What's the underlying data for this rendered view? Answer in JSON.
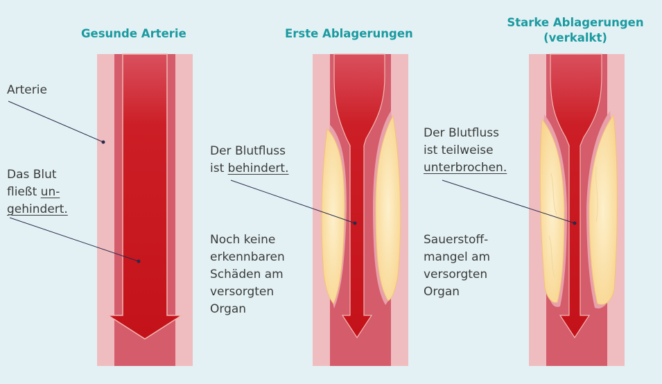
{
  "panels": [
    {
      "title_line1": "Gesunde Arterie",
      "title_line2": ""
    },
    {
      "title_line1": "Erste Ablagerungen",
      "title_line2": ""
    },
    {
      "title_line1": "Starke Ablagerungen",
      "title_line2": "(verkalkt)"
    }
  ],
  "labels": {
    "artery": "Arterie",
    "healthy_flow": {
      "line1": "Das Blut",
      "line2_plain": "fließt ",
      "line2_underlined": "un-",
      "line3_underlined": "gehindert."
    },
    "first_flow": {
      "line1": "Der Blutfluss",
      "line2_plain": "ist ",
      "line2_underlined": "behindert."
    },
    "first_organ": {
      "line1": "Noch keine",
      "line2": "erkennbaren",
      "line3": "Schäden am",
      "line4": "versorgten",
      "line5": "Organ"
    },
    "severe_flow": {
      "line1": "Der Blutfluss",
      "line2": "ist teilweise",
      "line3_underlined": "unterbrochen."
    },
    "severe_organ": {
      "line1": "Sauerstoff-",
      "line2": "mangel am",
      "line3": "versorgten",
      "line4": "Organ"
    }
  },
  "colors": {
    "background": "#e3f1f4",
    "vessel_wall_outer": "#efbdc0",
    "vessel_wall_inner": "#d45c6b",
    "blood_arrow": "#c8141b",
    "plaque": "#fbe1a8",
    "title": "#1a9aa0"
  },
  "icons": [
    "artery-vessel",
    "blood-flow-arrow",
    "plaque-deposit"
  ]
}
